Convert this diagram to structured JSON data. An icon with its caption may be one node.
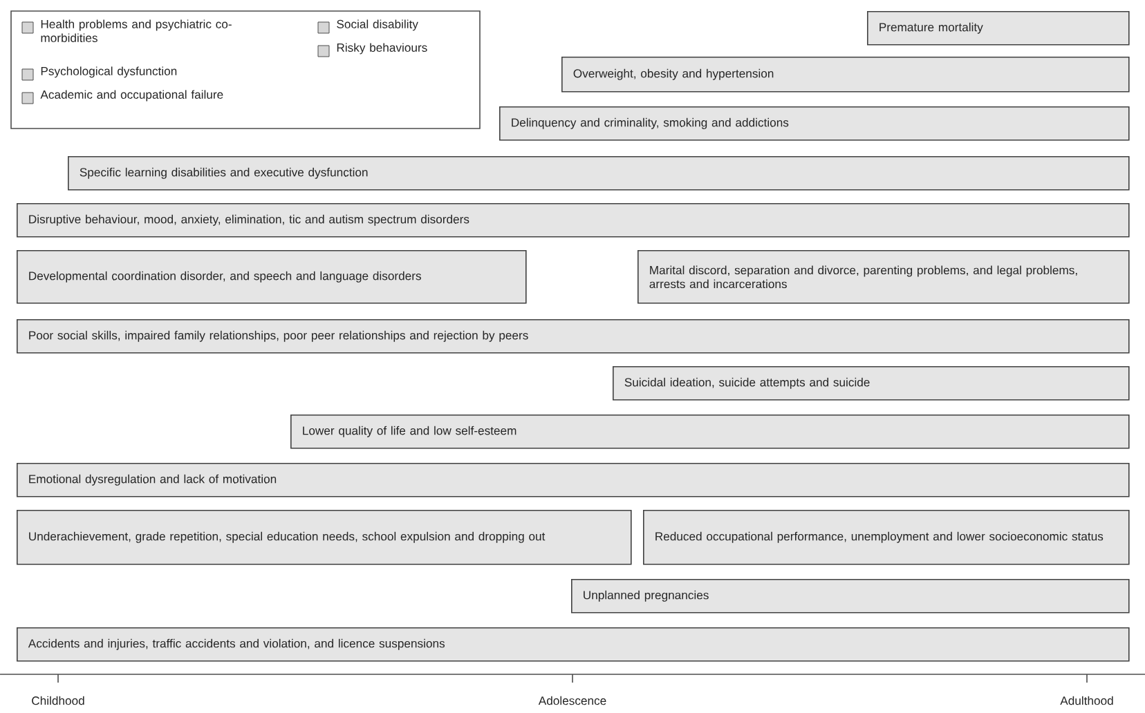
{
  "diagram": {
    "nodes": [
      {
        "text": [
          "Premature mortality"
        ]
      },
      {
        "text": [
          "Overweight, obesity and hypertension"
        ]
      },
      {
        "text": [
          "Delinquency and criminality, smoking and addictions"
        ]
      },
      {
        "text": [
          "Specific learning disabilities and executive dysfunction"
        ]
      },
      {
        "text": [
          "Disruptive behaviour, mood, anxiety, elimination, tic and autism spectrum disorders"
        ]
      },
      {
        "text": [
          "Developmental coordination disorder, and speech and language disorders"
        ]
      },
      {
        "text": [
          "Marital discord, separation and divorce, parenting problems, and legal problems, arrests and incarcerations"
        ]
      },
      {
        "text": [
          "Poor social skills, impaired family relationships, poor peer relationships and rejection by peers"
        ]
      },
      {
        "text": [
          "Suicidal ideation, suicide attempts and suicide"
        ]
      },
      {
        "text": [
          "Lower quality of life and low self-esteem"
        ]
      },
      {
        "text": [
          "Emotional dysregulation and lack of motivation"
        ]
      },
      {
        "text": [
          "Underachievement, grade repetition, special education needs, school expulsion and dropping out"
        ]
      },
      {
        "text": [
          "Reduced occupational performance, unemployment and lower socioeconomic status"
        ]
      },
      {
        "text": [
          "Unplanned pregnancies"
        ]
      },
      {
        "text": [
          "Accidents and injuries, traffic accidents and violation, and licence suspensions"
        ]
      }
    ],
    "edges": [],
    "labels": [
      "Childhood",
      "Adolescence",
      "Adulthood"
    ],
    "legend": [
      {
        "text": "Health problems and psychiatric co-morbidities",
        "color": "#d6d6d6"
      },
      {
        "text": "Psychological dysfunction",
        "color": "#d6d6d6"
      },
      {
        "text": "Academic and occupational failure",
        "color": "#d6d6d6"
      },
      {
        "text": "Social disability",
        "color": "#d6d6d6"
      },
      {
        "text": "Risky behaviours",
        "color": "#d6d6d6"
      }
    ]
  }
}
